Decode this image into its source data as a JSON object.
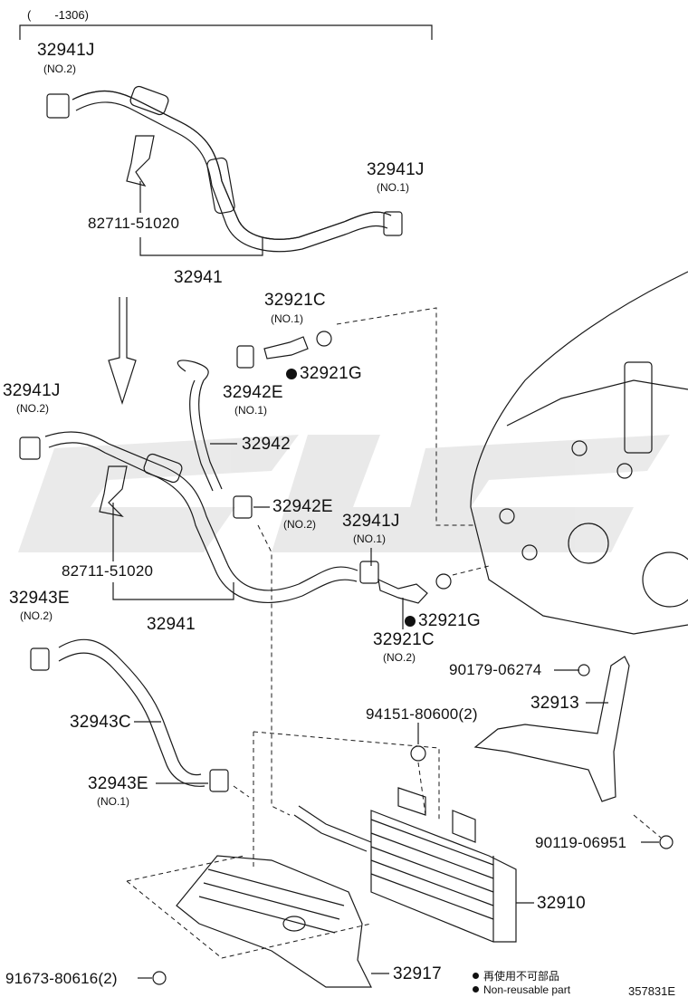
{
  "header": {
    "range": "(　　-1306)"
  },
  "labels": {
    "l_32941J_top": "32941J",
    "l_no2_a": "(NO.2)",
    "l_32941J_b": "32941J",
    "l_no1_a": "(NO.1)",
    "l_82711_a": "82711-51020",
    "l_32941_a": "32941",
    "l_32921C_a": "32921C",
    "l_no1_b": "(NO.1)",
    "l_32921G_a": "32921G",
    "l_32942E_a": "32942E",
    "l_no1_c": "(NO.1)",
    "l_32941J_c": "32941J",
    "l_no2_b": "(NO.2)",
    "l_32942": "32942",
    "l_32942E_b": "32942E",
    "l_no2_c": "(NO.2)",
    "l_32941J_d": "32941J",
    "l_no1_d": "(NO.1)",
    "l_82711_b": "82711-51020",
    "l_32941_b": "32941",
    "l_32943E_a": "32943E",
    "l_no2_d": "(NO.2)",
    "l_32921G_b": "32921G",
    "l_32921C_b": "32921C",
    "l_no2_e": "(NO.2)",
    "l_90179": "90179-06274",
    "l_32913": "32913",
    "l_94151": "94151-80600(2)",
    "l_32943C": "32943C",
    "l_32943E_b": "32943E",
    "l_no1_e": "(NO.1)",
    "l_90119": "90119-06951",
    "l_32910": "32910",
    "l_91673": "91673-80616(2)",
    "l_32917": "32917"
  },
  "legend": {
    "line1": "再使用不可部品",
    "line2": "Non-reusable part"
  },
  "figure_id": "357831E"
}
